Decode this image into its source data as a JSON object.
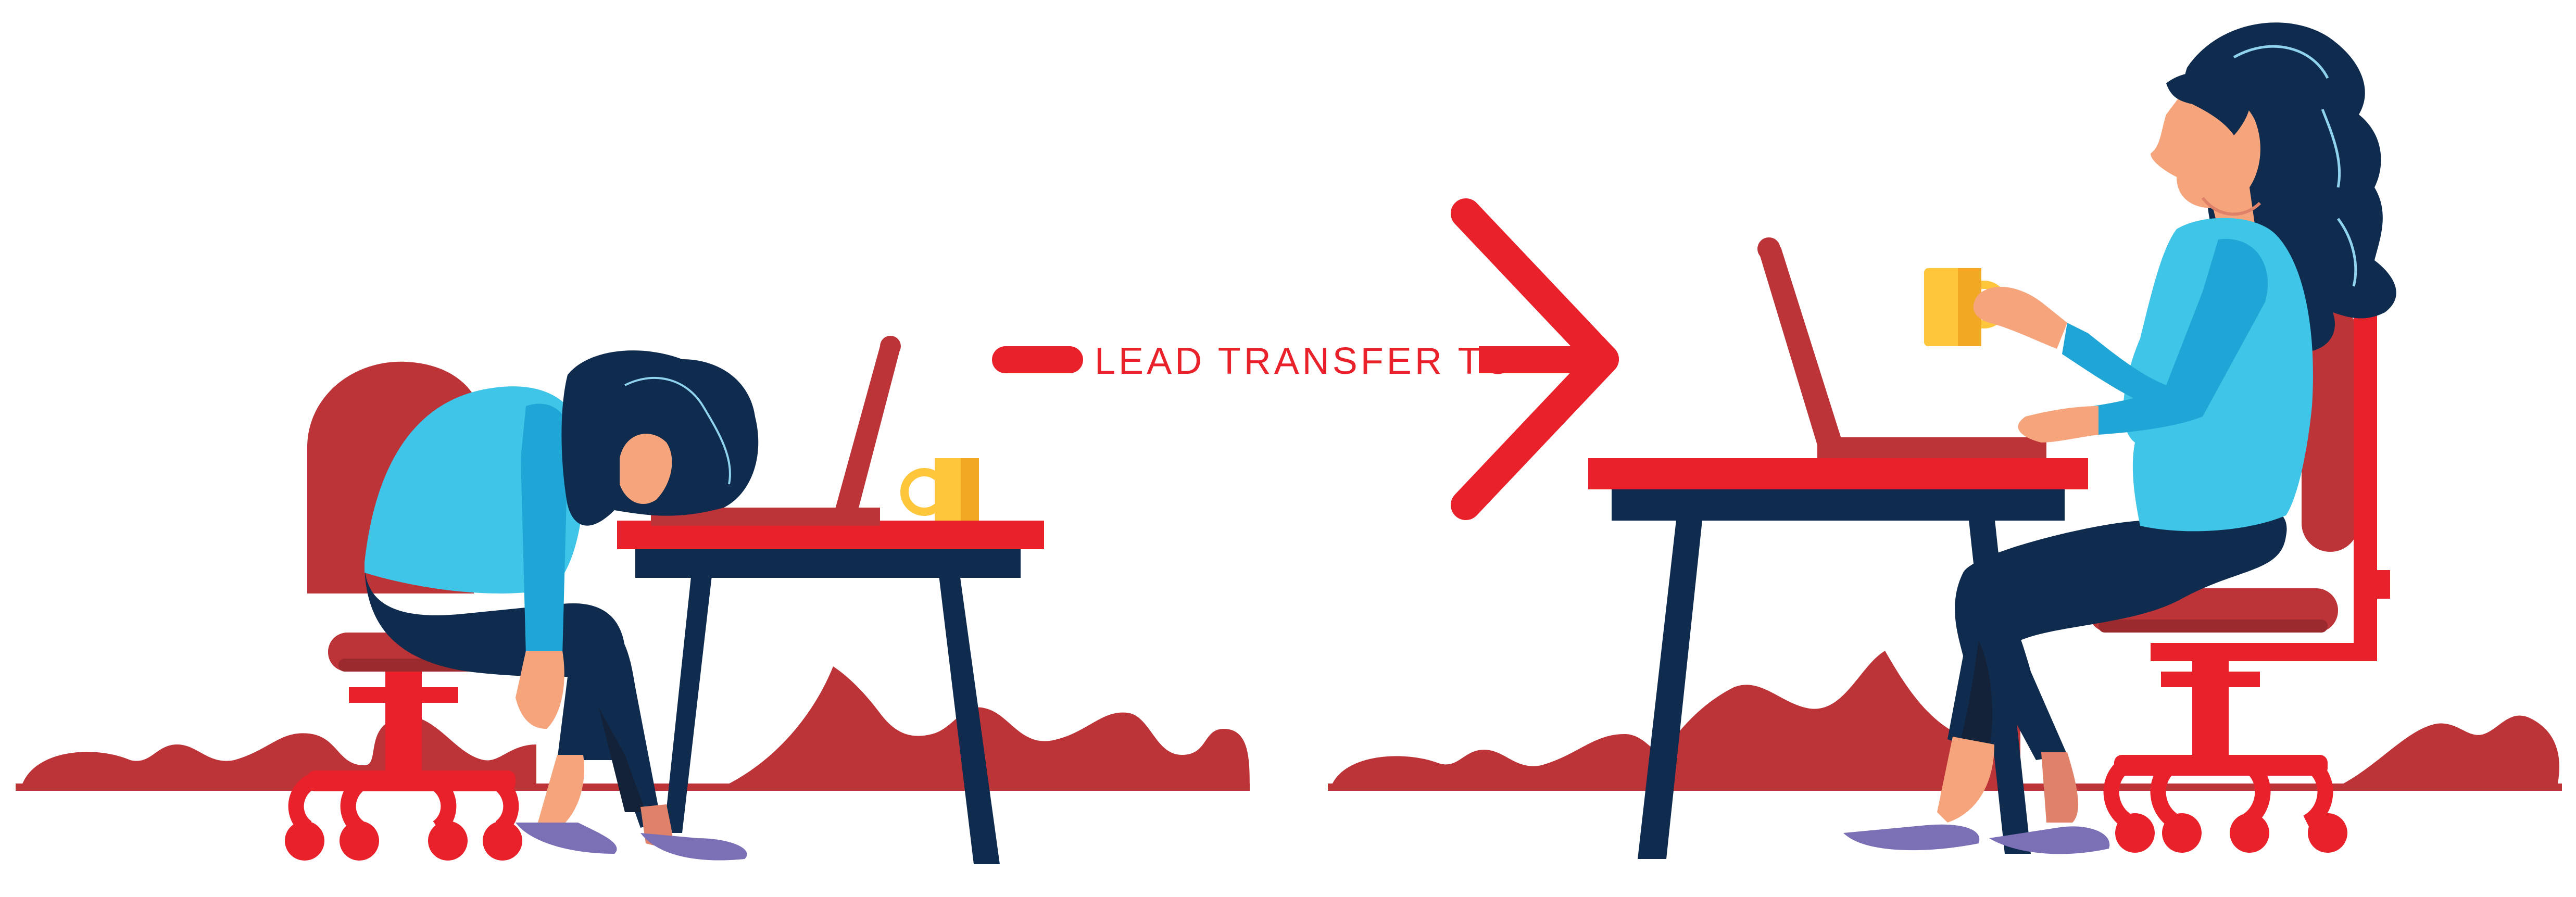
{
  "banner": {
    "caption": "LEAD TRANSFER TO"
  },
  "icons": {
    "transfer_arrow": "chevron-right-icon",
    "tired_worker": "tired-woman-figure",
    "active_worker": "happy-woman-figure",
    "laptop": "laptop-icon",
    "mug": "mug-icon"
  },
  "colors": {
    "red": "#e8212a",
    "dark_red": "#bd3438",
    "navy": "#0f2b4e",
    "light_blue": "#3fc5e8",
    "mid_blue": "#1fa6d6",
    "skin": "#f5a47c",
    "skin_dark": "#e0826a",
    "shoe": "#7b6fb5",
    "mug_yellow": "#fec63a",
    "mug_dark": "#f1a823"
  }
}
